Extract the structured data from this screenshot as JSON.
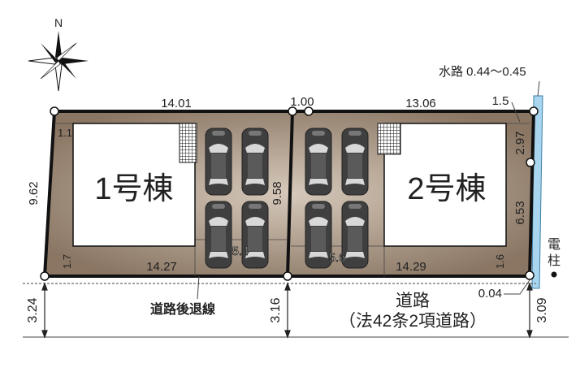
{
  "compass": {
    "north_label": "N"
  },
  "water_channel": {
    "label": "水路 0.44〜0.45"
  },
  "lot1": {
    "name": "1号棟",
    "top": "14.01",
    "left": "9.62",
    "right": "9.58",
    "bottom": "14.27",
    "setback_top": "1.1",
    "setback_bottom": "1.7",
    "parking_width": "5.4"
  },
  "lot2": {
    "name": "2号棟",
    "top": "13.06",
    "gap": "1.00",
    "corner": "1.5",
    "right_upper": "2.97",
    "right_lower": "6.53",
    "bottom": "14.29",
    "setback_bottom": "1.6",
    "parking_width": "5.6"
  },
  "road": {
    "label": "道路",
    "sublabel": "（法42条2項道路）",
    "setback_line_label": "道路後退線",
    "width_left": "3.24",
    "width_middle": "3.16",
    "width_right": "3.09",
    "offset": "0.04"
  },
  "utility_pole": {
    "label_1": "電",
    "label_2": "柱"
  },
  "colors": {
    "lot": "#8e7b69",
    "lot_light": "#cdbfb0",
    "water": "#a9d6ee",
    "car": "#4a4a4a"
  }
}
